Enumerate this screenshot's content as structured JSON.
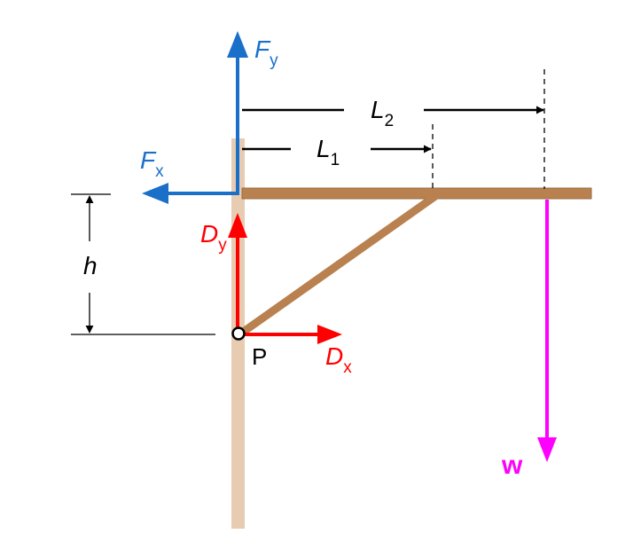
{
  "labels": {
    "fy_main": "F",
    "fy_sub": "y",
    "fx_main": "F",
    "fx_sub": "x",
    "l2_main": "L",
    "l2_sub": "2",
    "l1_main": "L",
    "l1_sub": "1",
    "h": "h",
    "dy_main": "D",
    "dy_sub": "y",
    "dx_main": "D",
    "dx_sub": "x",
    "p": "P",
    "w": "w"
  },
  "colors": {
    "f_force": "#1a6fc9",
    "d_force": "#ff0000",
    "weight": "#ff00ff",
    "beam": "#b8814f",
    "wall": "#e8ccb2",
    "dimension": "#000000"
  }
}
